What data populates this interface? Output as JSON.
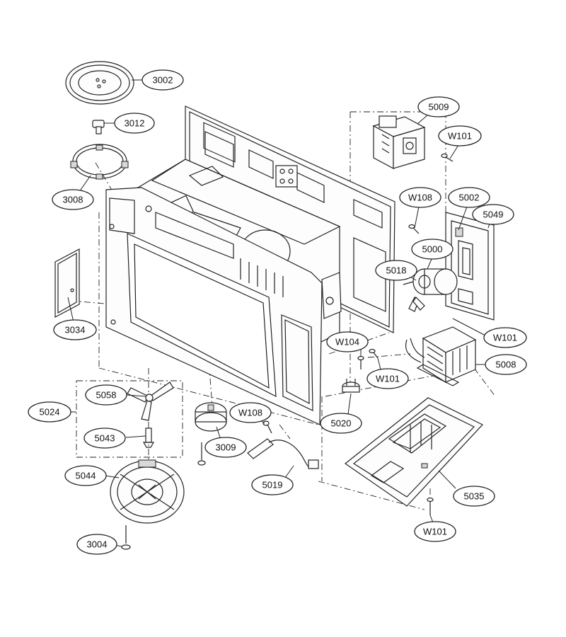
{
  "callouts": [
    {
      "id": "c-3002",
      "label": "3002"
    },
    {
      "id": "c-3012",
      "label": "3012"
    },
    {
      "id": "c-3008",
      "label": "3008"
    },
    {
      "id": "c-3034",
      "label": "3034"
    },
    {
      "id": "c-5024",
      "label": "5024"
    },
    {
      "id": "c-5058",
      "label": "5058"
    },
    {
      "id": "c-5043",
      "label": "5043"
    },
    {
      "id": "c-5044",
      "label": "5044"
    },
    {
      "id": "c-3004",
      "label": "3004"
    },
    {
      "id": "c-3009",
      "label": "3009"
    },
    {
      "id": "c-w108-bottom",
      "label": "W108"
    },
    {
      "id": "c-5019",
      "label": "5019"
    },
    {
      "id": "c-5020",
      "label": "5020"
    },
    {
      "id": "c-w104",
      "label": "W104"
    },
    {
      "id": "c-w101-mid",
      "label": "W101"
    },
    {
      "id": "c-5008",
      "label": "5008"
    },
    {
      "id": "c-w101-right",
      "label": "W101"
    },
    {
      "id": "c-5035",
      "label": "5035"
    },
    {
      "id": "c-w101-bottom",
      "label": "W101"
    },
    {
      "id": "c-5009",
      "label": "5009"
    },
    {
      "id": "c-w101-top",
      "label": "W101"
    },
    {
      "id": "c-w108-top",
      "label": "W108"
    },
    {
      "id": "c-5002",
      "label": "5002"
    },
    {
      "id": "c-5049",
      "label": "5049"
    },
    {
      "id": "c-5000",
      "label": "5000"
    },
    {
      "id": "c-5018",
      "label": "5018"
    }
  ]
}
